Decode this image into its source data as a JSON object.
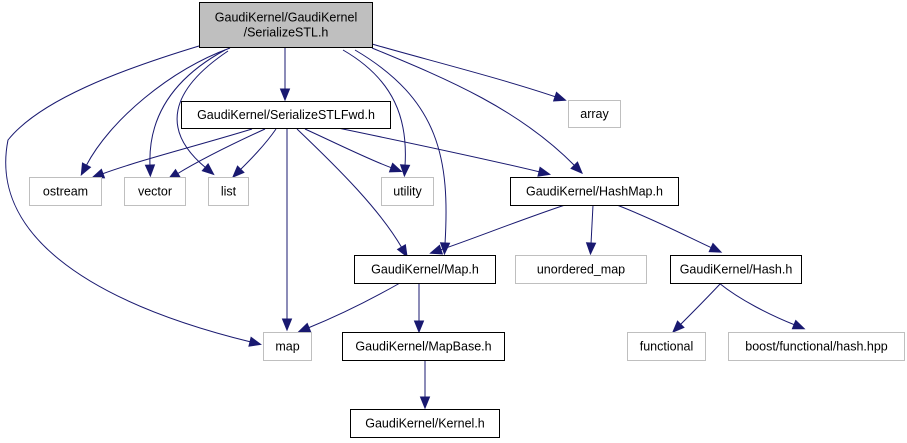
{
  "diagram": {
    "title": "Include dependency graph for GaudiKernel/GaudiKernel/SerializeSTL.h",
    "colors": {
      "root_fill": "#bfbfbf",
      "node_border_internal": "#000000",
      "node_border_external": "#bfbfbf",
      "edge": "#191970"
    },
    "nodes": [
      {
        "id": "root",
        "label_lines": [
          "GaudiKernel/GaudiKernel",
          "/SerializeSTL.h"
        ],
        "kind": "root"
      },
      {
        "id": "fwd",
        "label_lines": [
          "GaudiKernel/SerializeSTLFwd.h"
        ],
        "kind": "internal"
      },
      {
        "id": "array",
        "label_lines": [
          "array"
        ],
        "kind": "external"
      },
      {
        "id": "ostream",
        "label_lines": [
          "ostream"
        ],
        "kind": "external"
      },
      {
        "id": "vector",
        "label_lines": [
          "vector"
        ],
        "kind": "external"
      },
      {
        "id": "list",
        "label_lines": [
          "list"
        ],
        "kind": "external"
      },
      {
        "id": "utility",
        "label_lines": [
          "utility"
        ],
        "kind": "external"
      },
      {
        "id": "hashmap",
        "label_lines": [
          "GaudiKernel/HashMap.h"
        ],
        "kind": "internal"
      },
      {
        "id": "mapH",
        "label_lines": [
          "GaudiKernel/Map.h"
        ],
        "kind": "internal"
      },
      {
        "id": "unordered",
        "label_lines": [
          "unordered_map"
        ],
        "kind": "external"
      },
      {
        "id": "hashH",
        "label_lines": [
          "GaudiKernel/Hash.h"
        ],
        "kind": "internal"
      },
      {
        "id": "map",
        "label_lines": [
          "map"
        ],
        "kind": "external"
      },
      {
        "id": "mapbase",
        "label_lines": [
          "GaudiKernel/MapBase.h"
        ],
        "kind": "internal"
      },
      {
        "id": "functional",
        "label_lines": [
          "functional"
        ],
        "kind": "external"
      },
      {
        "id": "boosthash",
        "label_lines": [
          "boost/functional/hash.hpp"
        ],
        "kind": "external"
      },
      {
        "id": "kernel",
        "label_lines": [
          "GaudiKernel/Kernel.h"
        ],
        "kind": "internal"
      }
    ],
    "edges": [
      [
        "root",
        "fwd"
      ],
      [
        "root",
        "array"
      ],
      [
        "root",
        "ostream"
      ],
      [
        "root",
        "vector"
      ],
      [
        "root",
        "list"
      ],
      [
        "root",
        "utility"
      ],
      [
        "root",
        "hashmap"
      ],
      [
        "root",
        "mapH"
      ],
      [
        "root",
        "map"
      ],
      [
        "fwd",
        "ostream"
      ],
      [
        "fwd",
        "vector"
      ],
      [
        "fwd",
        "list"
      ],
      [
        "fwd",
        "utility"
      ],
      [
        "fwd",
        "hashmap"
      ],
      [
        "fwd",
        "mapH"
      ],
      [
        "fwd",
        "map"
      ],
      [
        "hashmap",
        "mapH"
      ],
      [
        "hashmap",
        "unordered"
      ],
      [
        "hashmap",
        "hashH"
      ],
      [
        "mapH",
        "map"
      ],
      [
        "mapH",
        "mapbase"
      ],
      [
        "hashH",
        "functional"
      ],
      [
        "hashH",
        "boosthash"
      ],
      [
        "mapbase",
        "kernel"
      ]
    ]
  }
}
